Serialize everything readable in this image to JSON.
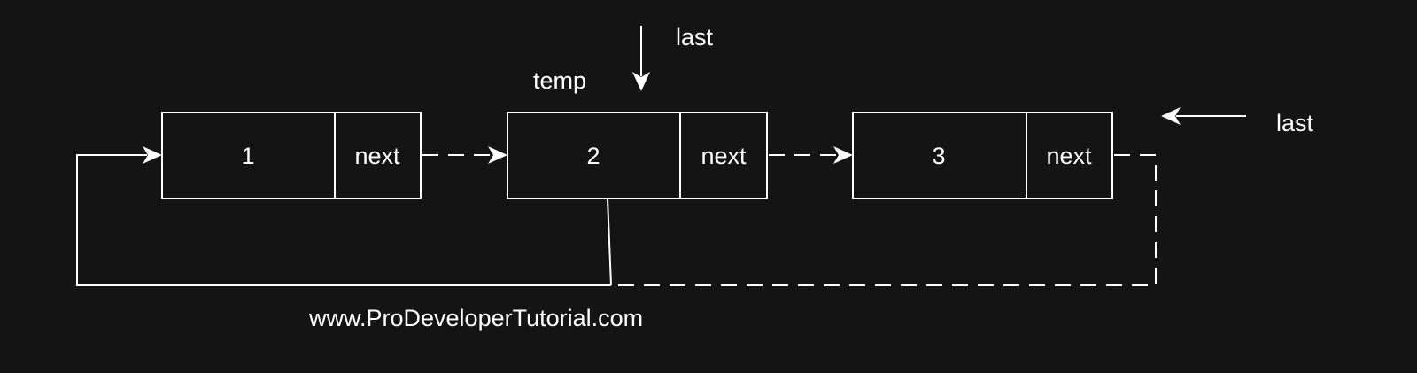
{
  "nodes": [
    {
      "value": "1",
      "next_label": "next"
    },
    {
      "value": "2",
      "next_label": "next"
    },
    {
      "value": "3",
      "next_label": "next"
    }
  ],
  "labels": {
    "temp": "temp",
    "last_top": "last",
    "last_right": "last"
  },
  "footer": {
    "url": "www.ProDeveloperTutorial.com"
  },
  "colors": {
    "background": "#141414",
    "stroke": "#ffffff",
    "text": "#ffffff"
  }
}
